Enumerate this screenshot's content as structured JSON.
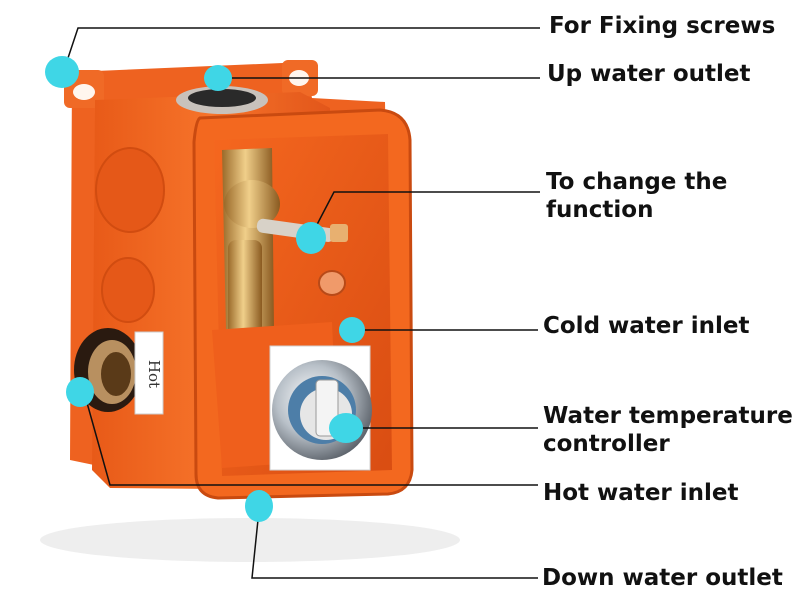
{
  "labels": {
    "fixing_screws": "For Fixing screws",
    "up_outlet": "Up water outlet",
    "change_function_line1": "To change the",
    "change_function_line2": "function",
    "cold_inlet": "Cold water inlet",
    "temp_controller_line1": "Water temperature",
    "temp_controller_line2": "controller",
    "hot_inlet": "Hot water inlet",
    "down_outlet": "Down water outlet"
  },
  "device_text": {
    "hot_marking": "Hot"
  },
  "colors": {
    "housing": "#f2641e",
    "housing_dark": "#c94a10",
    "brass": "#c8964a",
    "marker": "#3fd6e6",
    "leader": "#111111"
  }
}
